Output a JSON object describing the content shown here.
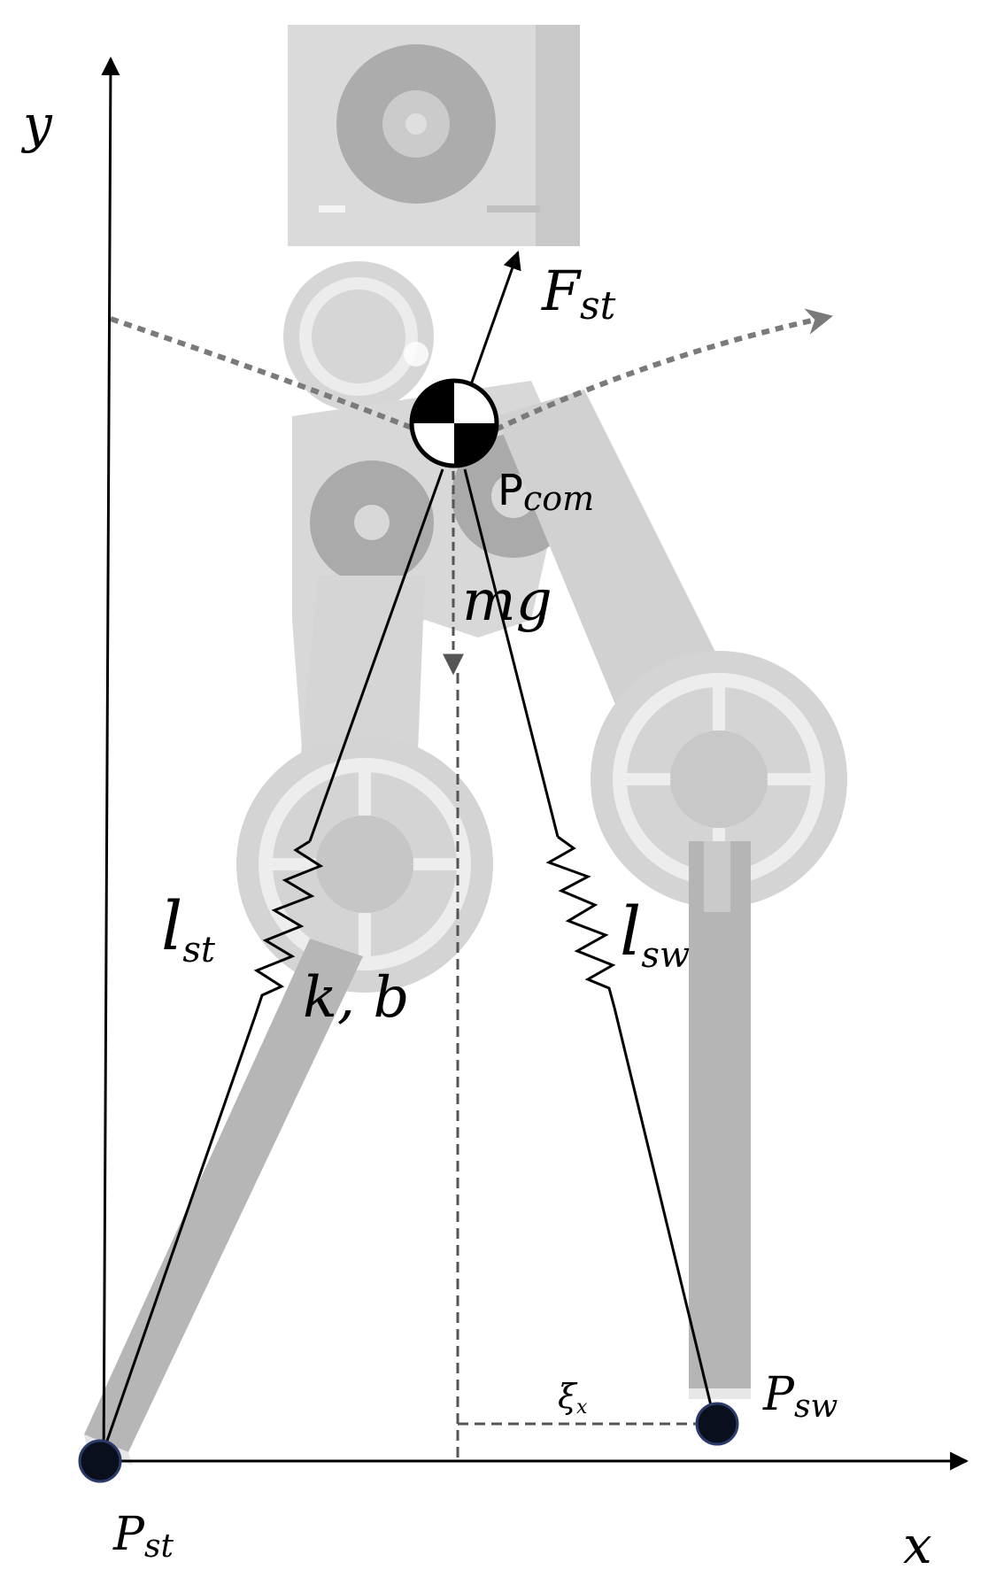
{
  "diagram": {
    "axes": {
      "x_label": "x",
      "y_label": "y"
    },
    "labels": {
      "force_main": "F",
      "force_sub": "st",
      "com_main": "P",
      "com_sub": "com",
      "gravity": "mg",
      "stance_len_main": "l",
      "stance_len_sub": "st",
      "swing_len_main": "l",
      "swing_len_sub": "sw",
      "spring_params": "k, b",
      "stance_foot_main": "P",
      "stance_foot_sub": "st",
      "swing_foot_main": "P",
      "swing_foot_sub": "sw",
      "offset_main": "ξ",
      "offset_sub": "x"
    },
    "colors": {
      "robot_light": "#dcdcdc",
      "robot_mid": "#c8c8c8",
      "robot_dark": "#a9a9a9",
      "trajectory": "#7a7a7a",
      "ink": "#000000",
      "foot_fill": "#0a0f1e"
    }
  }
}
